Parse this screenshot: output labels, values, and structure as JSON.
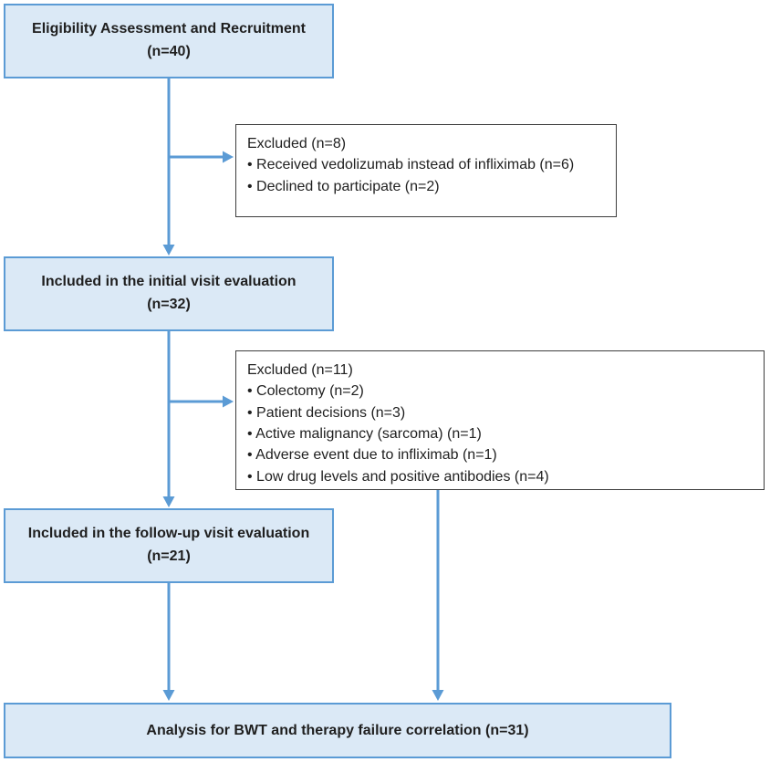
{
  "diagram": {
    "colors": {
      "arrow": "#5b9bd5",
      "box_fill": "#dbe9f6",
      "box_border": "#5b9bd5",
      "excluded_fill": "#ffffff",
      "excluded_border": "#3d3d3d",
      "text": "#1f1f1f"
    },
    "boxes": {
      "eligibility": {
        "line1": "Eligibility Assessment and Recruitment",
        "line2": "(n=40)"
      },
      "excluded1": {
        "title": "Excluded (n=8)",
        "items": [
          "Received vedolizumab instead of infliximab (n=6)",
          "Declined to participate (n=2)"
        ]
      },
      "initial": {
        "line1": "Included in the initial visit evaluation",
        "line2": "(n=32)"
      },
      "excluded2": {
        "title": "Excluded (n=11)",
        "items": [
          "Colectomy (n=2)",
          "Patient decisions (n=3)",
          "Active malignancy (sarcoma) (n=1)",
          "Adverse event due to infliximab (n=1)",
          "Low drug levels and positive antibodies (n=4)"
        ]
      },
      "followup": {
        "line1": "Included in the follow-up visit evaluation",
        "line2": "(n=21)"
      },
      "analysis": {
        "label": "Analysis for BWT and therapy failure correlation (n=31)"
      }
    }
  }
}
